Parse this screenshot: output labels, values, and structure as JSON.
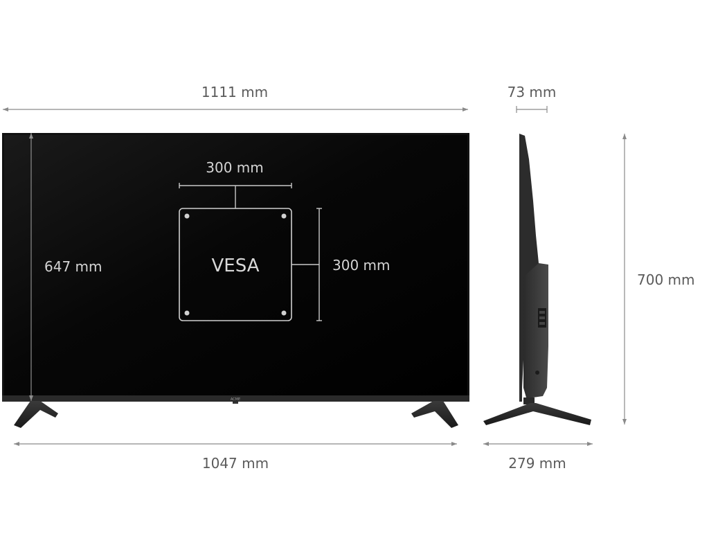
{
  "dimensions": {
    "total_width": "1111 mm",
    "depth_top": "73 mm",
    "panel_height": "647 mm",
    "vesa_width": "300 mm",
    "vesa_height": "300 mm",
    "vesa_label": "VESA",
    "total_height": "700 mm",
    "stand_width": "1047 mm",
    "stand_depth": "279 mm"
  },
  "brand": {
    "logo_text": "ACME"
  }
}
